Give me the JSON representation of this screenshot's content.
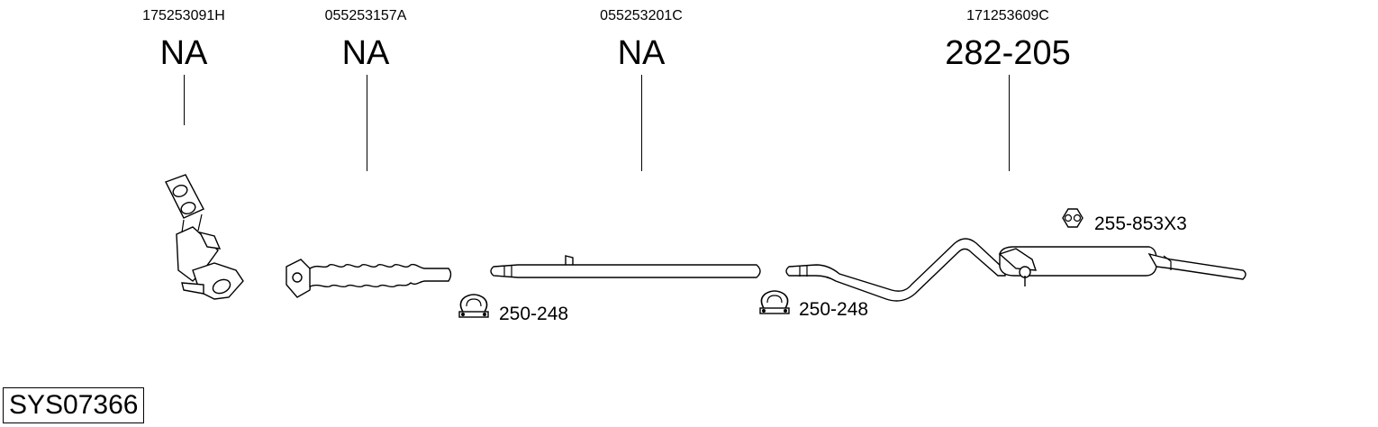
{
  "parts": [
    {
      "oem": "175253091H",
      "number": "NA",
      "drawing_icon": "catalytic-converter-icon"
    },
    {
      "oem": "055253157A",
      "number": "NA",
      "drawing_icon": "front-pipe-icon"
    },
    {
      "oem": "055253201C",
      "number": "NA",
      "drawing_icon": "middle-pipe-icon"
    },
    {
      "oem": "171253609C",
      "number": "282-205",
      "drawing_icon": "rear-silencer-icon"
    }
  ],
  "accessories": [
    {
      "label": "250-248",
      "icon": "clamp-icon"
    },
    {
      "label": "250-248",
      "icon": "clamp-icon"
    },
    {
      "label": "255-853X3",
      "icon": "rubber-mount-icon"
    }
  ],
  "system_code": "SYS07366"
}
